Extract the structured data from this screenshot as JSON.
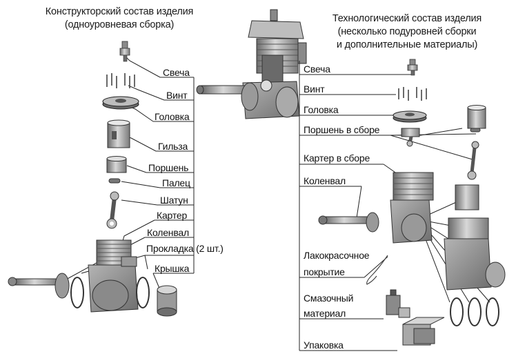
{
  "left": {
    "heading_line1": "Конструкторский состав изделия",
    "heading_line2": "(одноуровневая сборка)",
    "parts": [
      "Свеча",
      "Винт",
      "Головка",
      "Гильза",
      "Поршень",
      "Палец",
      "Шатун",
      "Картер",
      "Коленвал",
      "Прокладка (2 шт.)",
      "Крышка"
    ]
  },
  "right": {
    "heading_line1": "Технологический состав изделия",
    "heading_line2": "(несколько подуровней сборки",
    "heading_line3": "и дополнительные материалы)",
    "parts": [
      "Свеча",
      "Винт",
      "Головка",
      "Поршень в сборе",
      "Картер в сборе",
      "Коленвал",
      "Лакокрасочное",
      "покрытие",
      "Смазочный",
      "материал",
      "Упаковка"
    ]
  },
  "colors": {
    "line": "#222222",
    "part_fill": "#9a9a9a",
    "part_dark": "#5a5a5a",
    "part_light": "#d4d4d4"
  }
}
